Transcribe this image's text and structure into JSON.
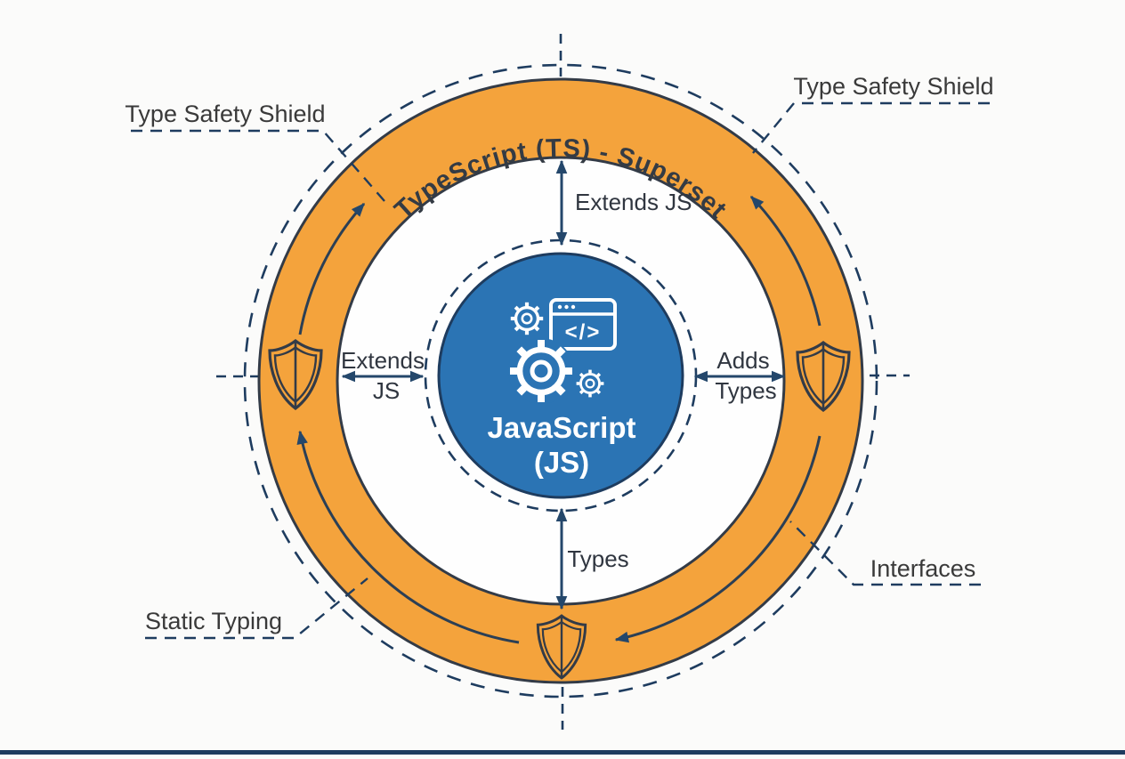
{
  "diagram": {
    "title": "TypeScript (TS) - Superset",
    "center": {
      "name_line1": "JavaScript",
      "name_line2": "(JS)",
      "code_glyph": "</>"
    },
    "relation_arrows": {
      "top": "Extends JS",
      "left_line1": "Extends",
      "left_line2": "JS",
      "right_line1": "Adds",
      "right_line2": "Types",
      "bottom": "Types"
    },
    "callouts": {
      "top_left": "Type Safety Shield",
      "top_right": "Type Safety Shield",
      "bottom_left": "Static Typing",
      "bottom_right": "Interfaces"
    },
    "icons": [
      "shield-icon",
      "gear-icon",
      "code-window-icon"
    ],
    "colors": {
      "ring_orange": "#F4A33C",
      "circle_blue": "#2B74B4",
      "line_navy": "#1E3C5F",
      "outline_dark": "#333B47",
      "text_dark": "#3A3A3A",
      "icon_white": "#FFFFFF",
      "background": "#FBFBFA"
    }
  }
}
